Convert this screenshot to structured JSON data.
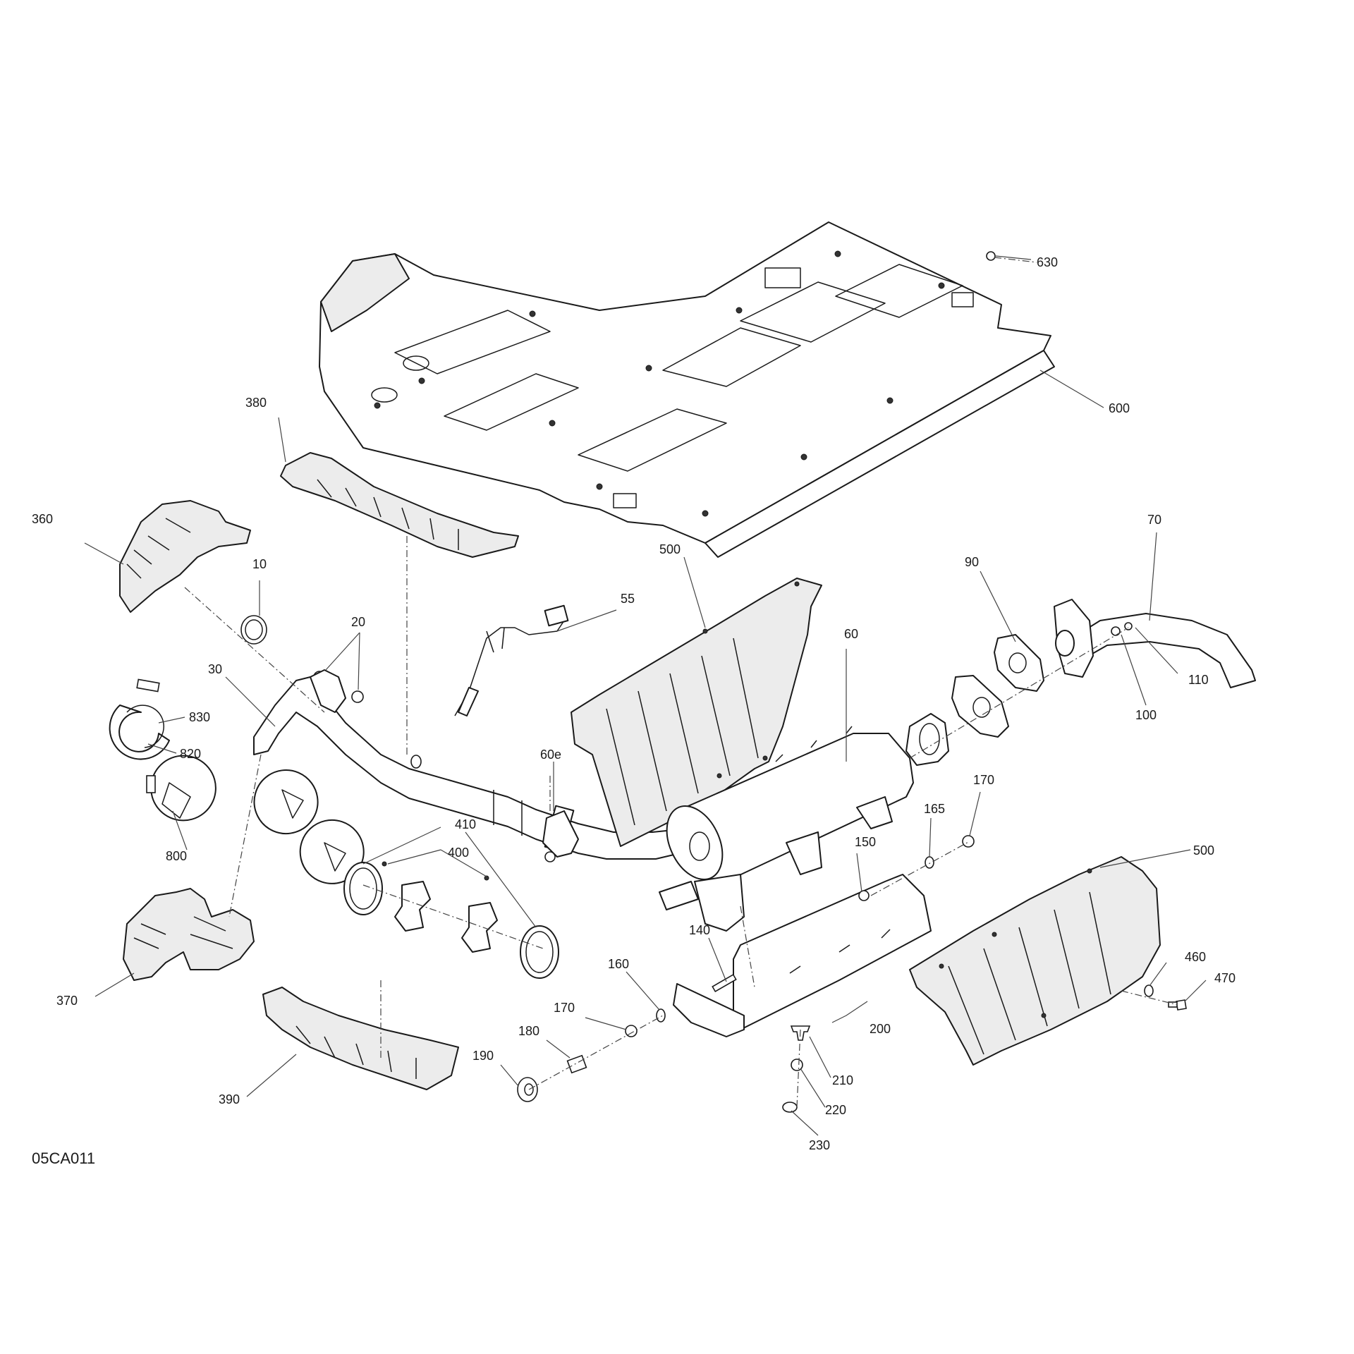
{
  "drawing": {
    "code": "05CA011",
    "callouts": {
      "c10": "10",
      "c20": "20",
      "c30": "30",
      "c55": "55",
      "c60": "60",
      "c60e": "60e",
      "c70": "70",
      "c90": "90",
      "c100": "100",
      "c110": "110",
      "c140": "140",
      "c150": "150",
      "c160": "160",
      "c165": "165",
      "c170a": "170",
      "c170b": "170",
      "c180": "180",
      "c190": "190",
      "c200": "200",
      "c210": "210",
      "c220": "220",
      "c230": "230",
      "c360": "360",
      "c370": "370",
      "c380": "380",
      "c390": "390",
      "c400": "400",
      "c410": "410",
      "c460": "460",
      "c470": "470",
      "c500a": "500",
      "c500b": "500",
      "c600": "600",
      "c630": "630",
      "c800": "800",
      "c820": "820",
      "c830": "830"
    }
  }
}
